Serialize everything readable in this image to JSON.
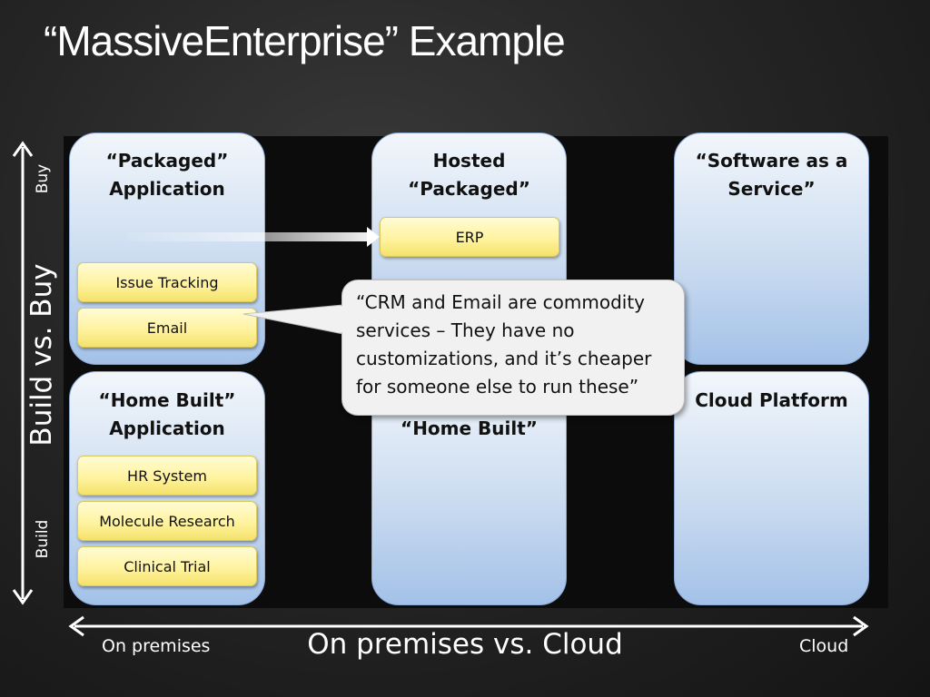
{
  "title": "“MassiveEnterprise” Example",
  "axes": {
    "vertical": {
      "main": "Build vs. Buy",
      "top": "Buy",
      "bottom": "Build"
    },
    "horizontal": {
      "main": "On premises vs. Cloud",
      "left": "On premises",
      "right": "Cloud"
    }
  },
  "columns": {
    "packaged_app": "“Packaged”\nApplication",
    "hosted_packaged": "Hosted\n“Packaged”",
    "saas": "“Software as a\nService”",
    "home_built_app": "“Home Built”\nApplication",
    "hosted_home_built": "Hosted\n“Home Built”",
    "cloud_platform": "Cloud Platform"
  },
  "items": {
    "issue_tracking": "Issue Tracking",
    "email": "Email",
    "erp": "ERP",
    "hr_system": "HR System",
    "molecule_research": "Molecule Research",
    "clinical_trial": "Clinical Trial"
  },
  "callout": "“CRM and Email are commodity services – They have no customizations, and it’s cheaper for someone else to run these”",
  "colors": {
    "column_fill_top": "#f2f6fb",
    "column_fill_bottom": "#a3c1e8",
    "item_fill": "#fff3a0",
    "callout_fill": "#f1f1f1",
    "background": "#262626"
  }
}
